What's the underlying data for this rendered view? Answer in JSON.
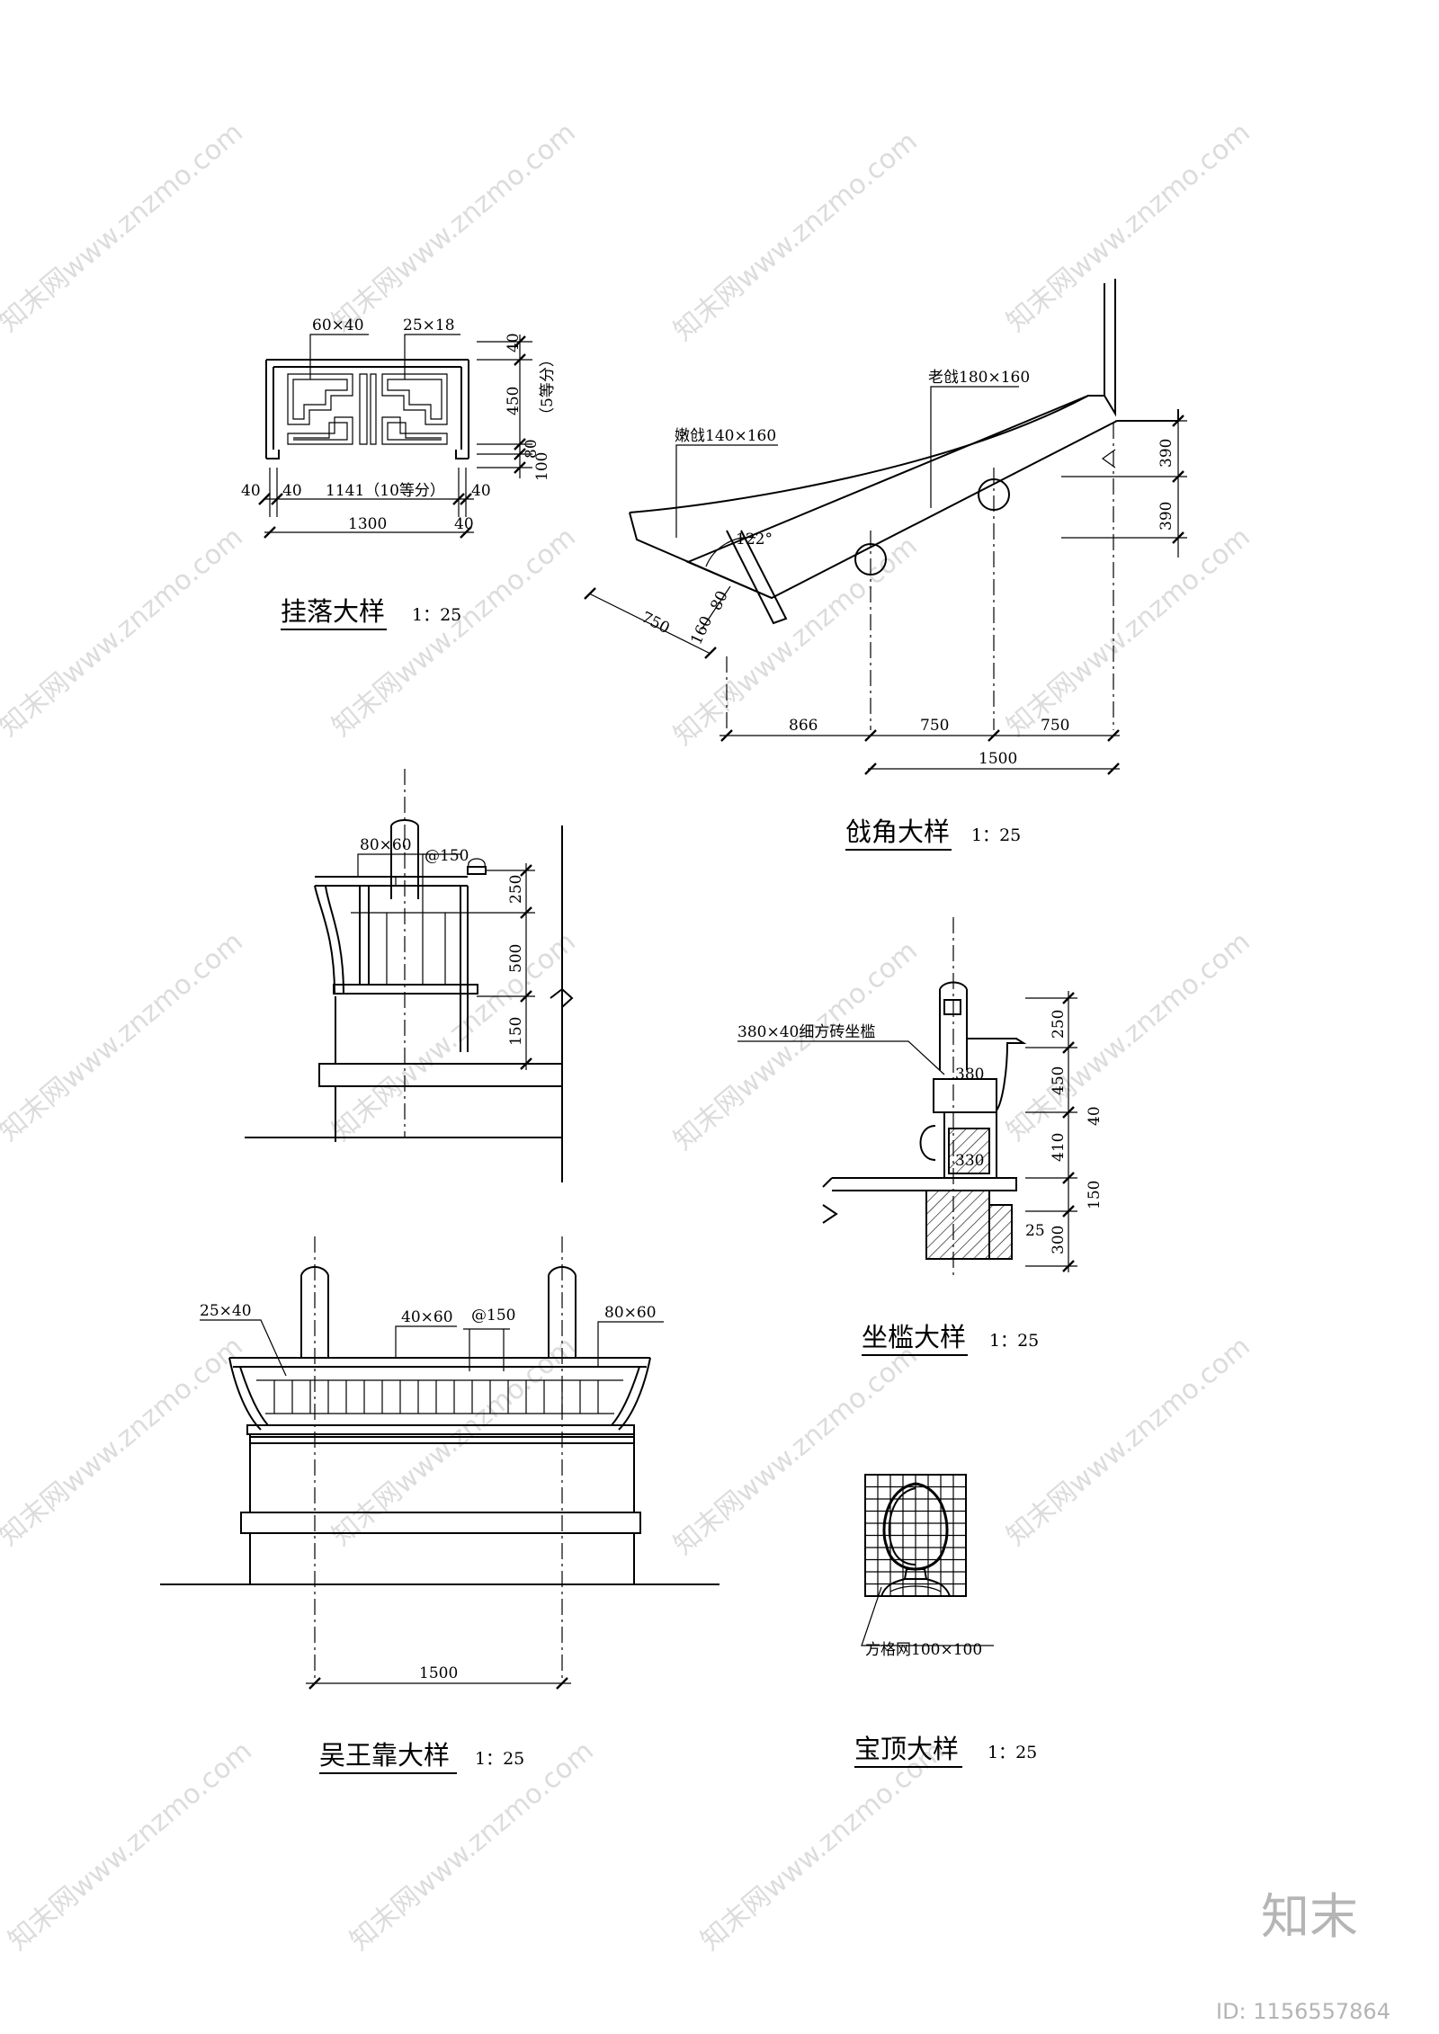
{
  "watermark": {
    "text": "知末网www.znzmo.com",
    "color": "#dcdcdc"
  },
  "brand": {
    "logo": "知末",
    "id_label": "ID: 1156557864"
  },
  "details": {
    "hanging": {
      "title": "挂落大样",
      "scale": "1：25",
      "notes": [
        "60×40",
        "25×18",
        "1141（10等分）"
      ],
      "dims": [
        "40",
        "40",
        "1300",
        "40",
        "40",
        "40",
        "450",
        "（5等分）",
        "80",
        "100"
      ]
    },
    "eave": {
      "title": "戗角大样",
      "scale": "1：25",
      "notes": [
        "老戗180×160",
        "嫩戗140×160",
        "122°"
      ],
      "dims": [
        "390",
        "390",
        "750",
        "80",
        "160",
        "866",
        "750",
        "750",
        "1500"
      ]
    },
    "seat": {
      "title": "坐槛大样",
      "scale": "1：25",
      "notes": [
        "380×40细方砖坐槛"
      ],
      "dims": [
        "250",
        "450",
        "40",
        "410",
        "150",
        "300",
        "380",
        "330",
        "25"
      ]
    },
    "wuwang_side": {
      "notes": [
        "80×60",
        "@150"
      ],
      "dims": [
        "250",
        "500",
        "150"
      ]
    },
    "wuwang": {
      "title": "吴王靠大样",
      "scale": "1：25",
      "notes": [
        "25×40",
        "40×60",
        "@150",
        "80×60"
      ],
      "dims": [
        "1500"
      ]
    },
    "finial": {
      "title": "宝顶大样",
      "scale": "1：25",
      "notes": [
        "方格网100×100"
      ]
    }
  }
}
